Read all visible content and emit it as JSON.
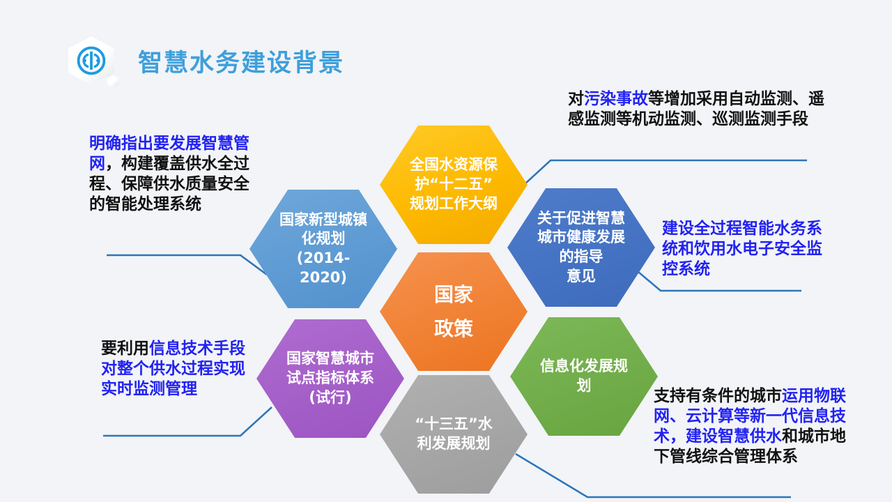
{
  "header": {
    "title": "智慧水务建设背景",
    "logo_icon": "water-meter-logo"
  },
  "diagram": {
    "center": {
      "label": "国家\n政策",
      "color": "#ED7D31"
    },
    "hexagons": [
      {
        "id": "water-resource-plan",
        "label": "全国水资源保\n护“十二五”\n规划工作大纲",
        "color": "#FFC000"
      },
      {
        "id": "urbanization-plan",
        "label": "国家新型城镇\n化规划\n(2014-\n2020)",
        "color": "#5B9BD5"
      },
      {
        "id": "smart-city-guidance",
        "label": "关于促进智慧\n城市健康发展\n的指导\n意见",
        "color": "#4472C4"
      },
      {
        "id": "smart-city-pilot",
        "label": "国家智慧城市\n试点指标体系\n(试行)",
        "color": "#A45FC7"
      },
      {
        "id": "informatization-plan",
        "label": "信息化发展规\n划",
        "color": "#70AD47"
      },
      {
        "id": "water-dev-plan",
        "label": "“十三五”水\n利发展规划",
        "color": "#A6A6A6"
      }
    ],
    "connector_color": "#2E75B6"
  },
  "annotations": [
    {
      "id": "top-right",
      "segments": [
        {
          "text": "对",
          "highlight": false
        },
        {
          "text": "污染事故",
          "highlight": true
        },
        {
          "text": "等增加采用自动监测、遥感监测等机动监测、巡测监测手段",
          "highlight": false
        }
      ]
    },
    {
      "id": "left",
      "segments": [
        {
          "text": "明确指出要发展智慧管网",
          "highlight": true
        },
        {
          "text": "，构建覆盖供水全过程、保障供水质量安全的智能处理系统",
          "highlight": false
        }
      ]
    },
    {
      "id": "right",
      "segments": [
        {
          "text": "建设全过程智能水务系统和饮用水电子安全监控系统",
          "highlight": true
        }
      ]
    },
    {
      "id": "bottom-left",
      "segments": [
        {
          "text": "要利用",
          "highlight": false
        },
        {
          "text": "信息技术手段对整个供水过程实现实时监测管理",
          "highlight": true
        }
      ]
    },
    {
      "id": "bottom-right",
      "segments": [
        {
          "text": "支持有条件的城市",
          "highlight": false
        },
        {
          "text": "运用物联网、云计算等新一代信息技术，建设智慧供水",
          "highlight": true
        },
        {
          "text": "和城市地下管线综合管理体系",
          "highlight": false
        }
      ]
    }
  ],
  "colors": {
    "background": "#F2F4F7",
    "title_blue": "#3E9FDB",
    "highlight_blue": "#2222F2",
    "body_black": "#111111",
    "connector_blue": "#2E75B6"
  }
}
